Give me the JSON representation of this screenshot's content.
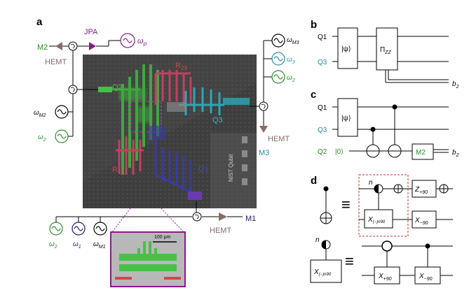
{
  "panels": {
    "a": "a",
    "b": "b",
    "c": "c",
    "d": "d"
  },
  "colors": {
    "green": "#2a8a2a",
    "teal": "#2a8a9a",
    "navy": "#1a1a6a",
    "purple": "#8a1a8a",
    "brown": "#8a6a6a",
    "red": "#c03030",
    "chip": "#4a4a4a"
  },
  "panel_a": {
    "jpa": "JPA",
    "m2": "M2",
    "hemt_left": "HEMT",
    "omega_p": "ω",
    "omega_p_sub": "p",
    "omega_m2": "ω",
    "omega_m2_sub": "M2",
    "omega_2_left": "ω",
    "omega_2_left_sub": "2",
    "q2": "Q2",
    "r23": "R",
    "r23_sub": "23",
    "r12": "R",
    "r12_sub": "12",
    "q1": "Q1",
    "q3": "Q3",
    "omega_m3": "ω",
    "omega_m3_sub": "M3",
    "omega_3": "ω",
    "omega_3_sub": "3",
    "omega_2_right": "ω",
    "omega_2_right_sub": "2",
    "hemt_right": "HEMT",
    "m3": "M3",
    "hemt_bottom": "HEMT",
    "m1": "M1",
    "omega_2_bottom": "ω",
    "omega_2_bottom_sub": "2",
    "omega_1": "ω",
    "omega_1_sub": "1",
    "omega_m1": "ω",
    "omega_m1_sub": "M1",
    "scale_bar": "100 μm",
    "chip_text": "NIST Qubit"
  },
  "panel_b": {
    "q1": "Q1",
    "q3": "Q3",
    "psi": "|ψ⟩",
    "pi": "Π",
    "pi_sub": "ZZ",
    "b2": "b",
    "b2_sub": "2"
  },
  "panel_c": {
    "q1": "Q1",
    "q3": "Q3",
    "q2": "Q2",
    "zero": "|0⟩",
    "psi": "|ψ⟩",
    "m2": "M2",
    "b2": "b",
    "b2_sub": "2"
  },
  "panel_d": {
    "n_top": "n",
    "n_bottom": "n",
    "equiv_top": "≡",
    "equiv_bottom": "≡",
    "z90": "Z",
    "z90_sub": "+90",
    "x_n90_top": "X",
    "x_n90_top_sub": "(−)n90",
    "xm90_top": "X",
    "xm90_top_sub": "−90",
    "x_n90_bottom": "X",
    "x_n90_bottom_sub": "(−)n90",
    "xp90": "X",
    "xp90_sub": "+90",
    "xm90_bottom": "X",
    "xm90_bottom_sub": "−90"
  }
}
